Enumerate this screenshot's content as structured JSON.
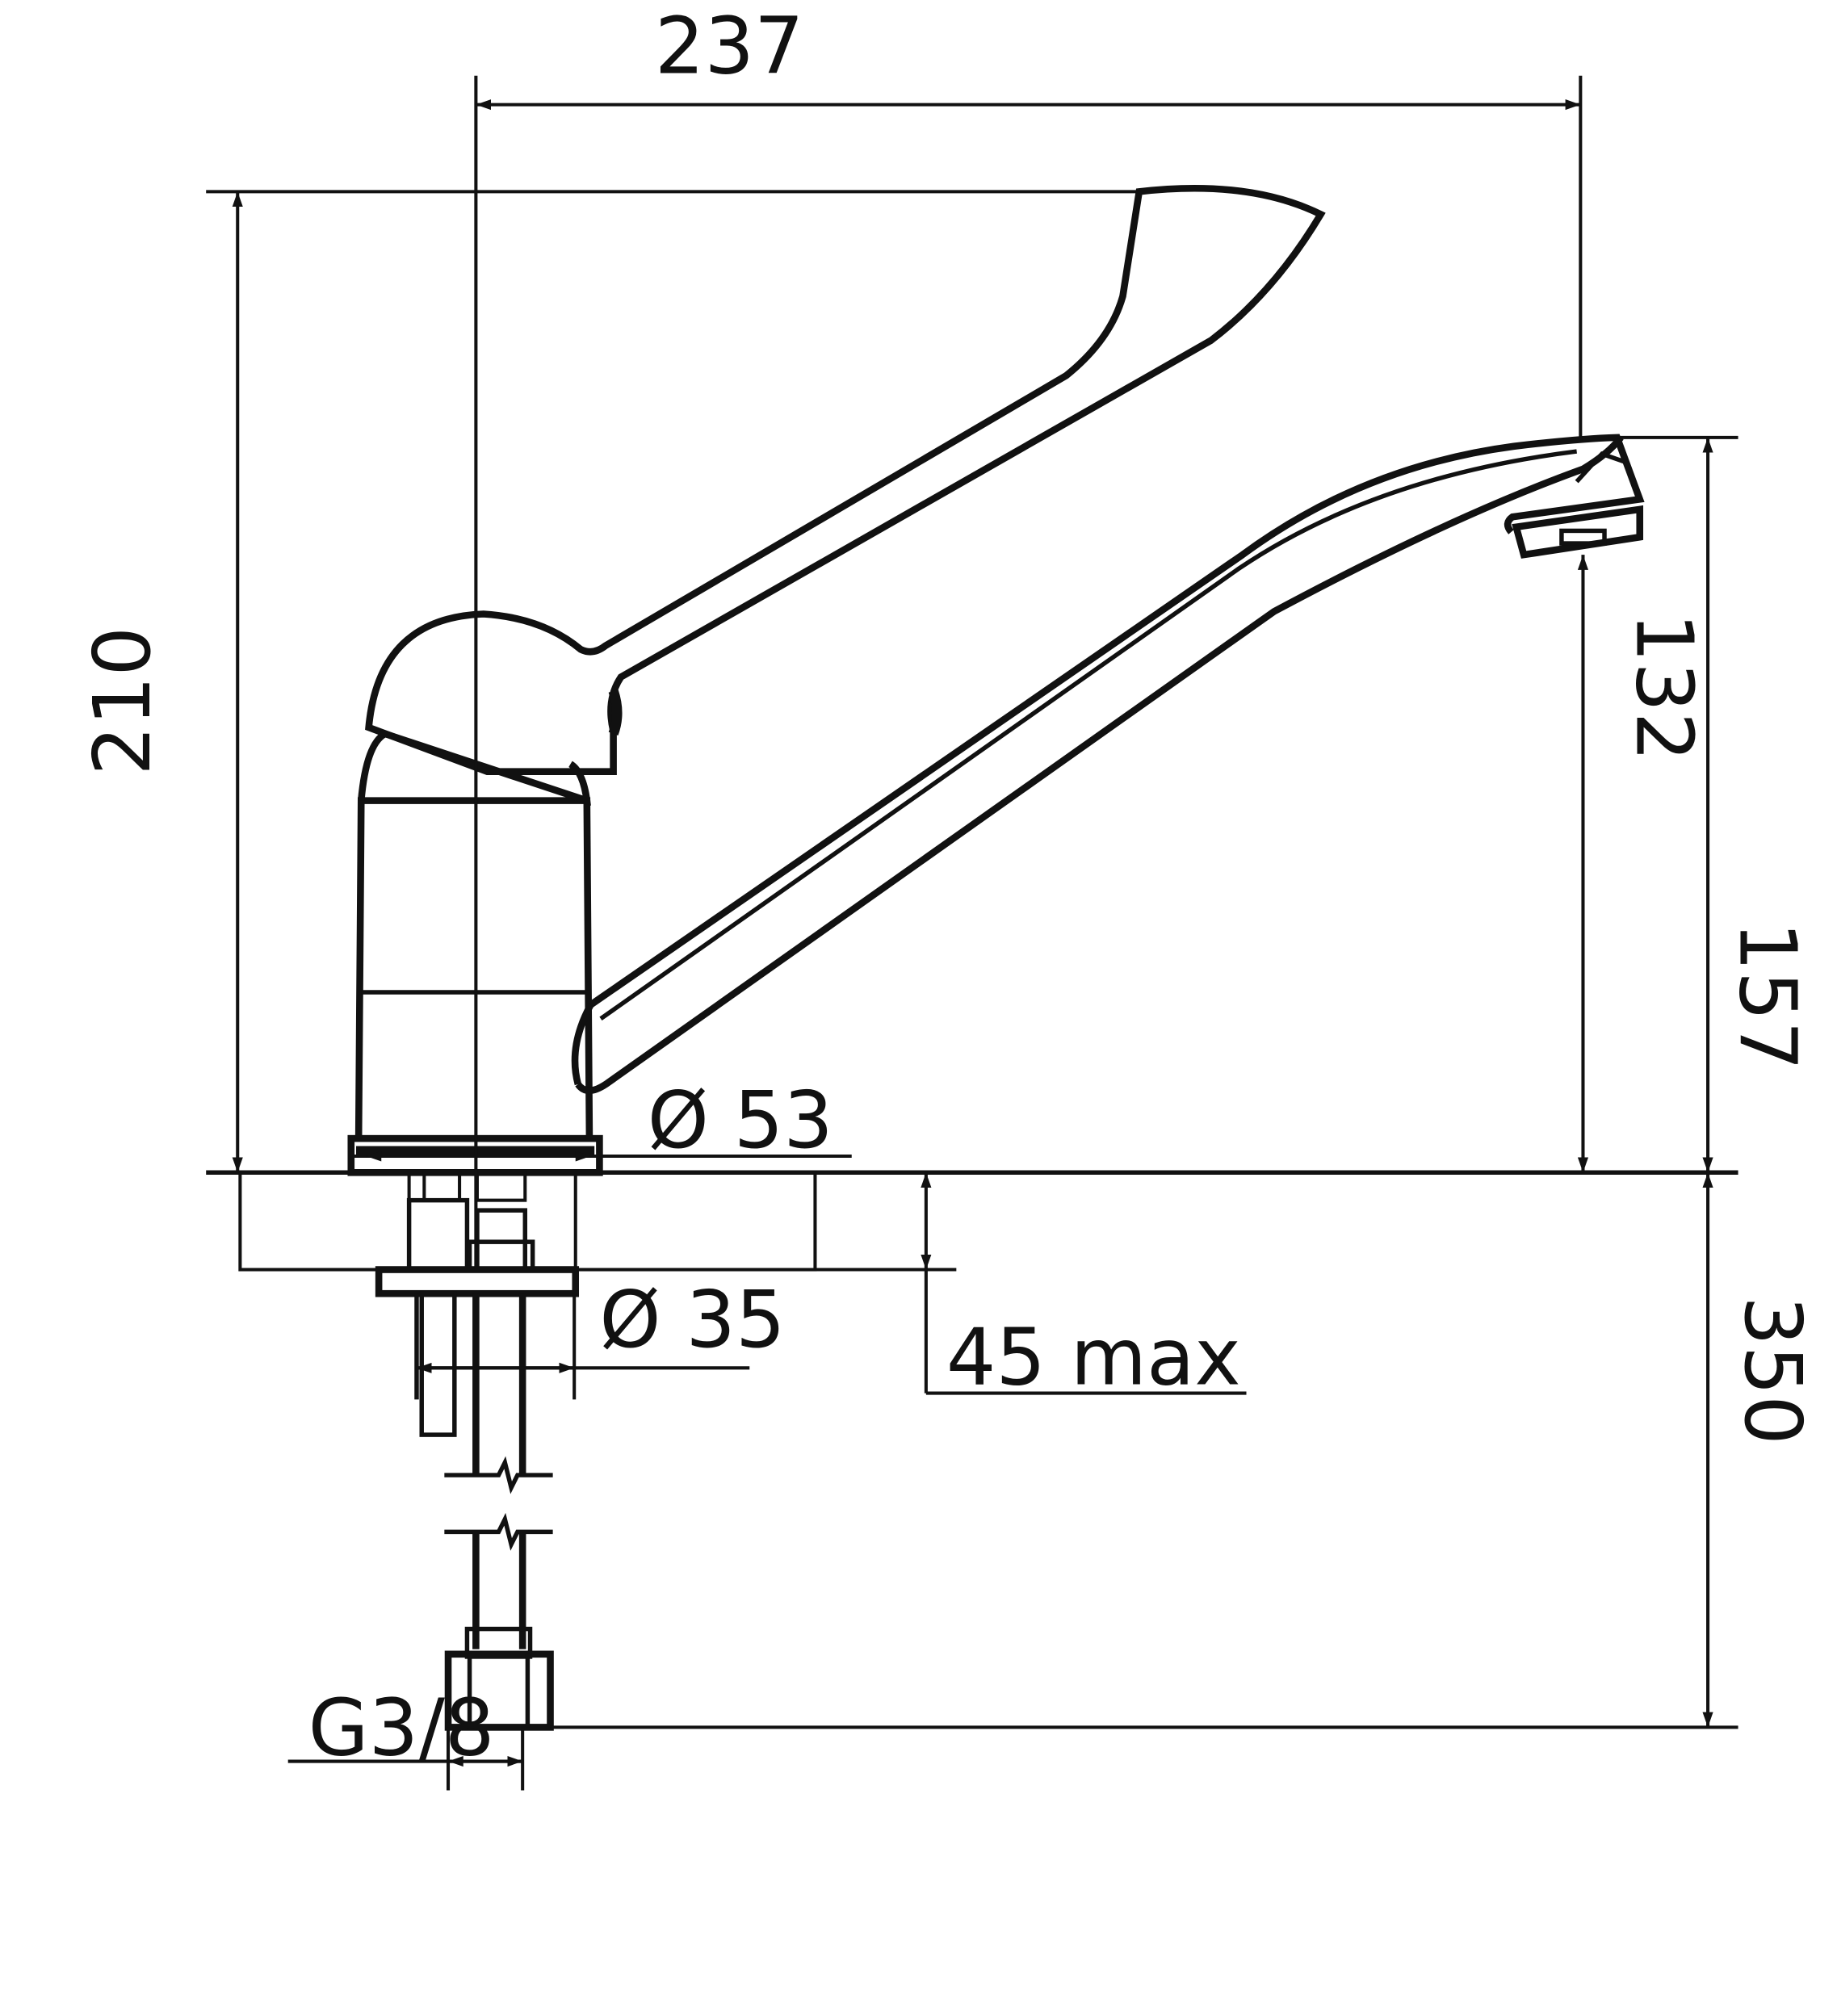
{
  "drawing": {
    "colors": {
      "line": "#111111",
      "background": "#ffffff"
    },
    "dimensions": {
      "width_total": "237",
      "height_total": "210",
      "spout_clearance": "132",
      "spout_height": "157",
      "hose_length": "350",
      "base_diameter": "Ø 53",
      "hole_diameter": "Ø 35",
      "deck_thickness": "45 max",
      "connection_thread": "G3/8"
    }
  }
}
